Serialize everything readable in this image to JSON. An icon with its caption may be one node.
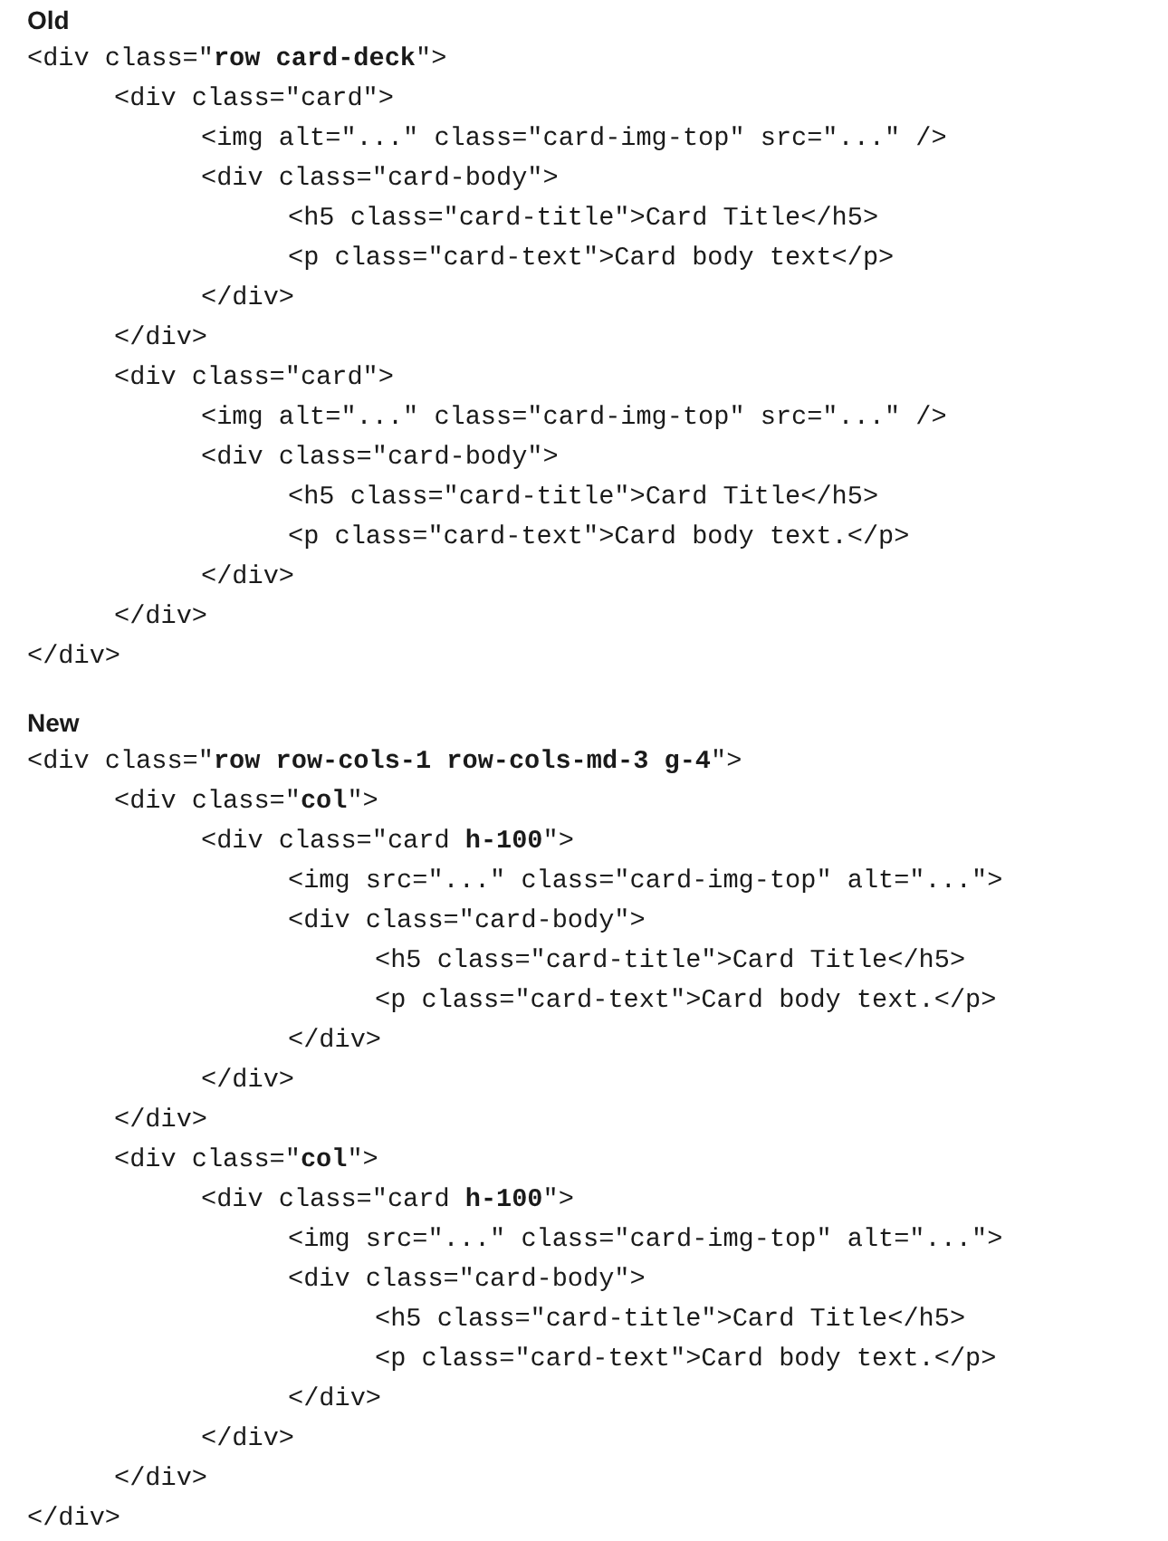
{
  "diagram": {
    "labels": [
      "Old",
      "<div class=\"**row card-deck**\">",
      "<div class=\"card\">",
      "<img alt=\"...\" class=\"card-img-top\" src=\"...\" />",
      "<div class=\"card-body\">",
      "<h5 class=\"card-title\">Card Title</h5>",
      "<p class=\"card-text\">Card body text</p>",
      "</div>",
      "</div>",
      "<div class=\"card\">",
      "<img alt=\"...\" class=\"card-img-top\" src=\"...\" />",
      "<div class=\"card-body\">",
      "<h5 class=\"card-title\">Card Title</h5>",
      "<p class=\"card-text\">Card body text.</p>",
      "</div>",
      "</div>",
      "</div>",
      "New",
      "<div class=\"**row row-cols-1 row-cols-md-3 g-4**\">",
      "<div class=\"**col**\">",
      "<div class=\"card **h-100**\">",
      "<img src=\"...\" class=\"card-img-top\" alt=\"...\">",
      "<div class=\"card-body\">",
      "<h5 class=\"card-title\">Card Title</h5>",
      "<p class=\"card-text\">Card body text.</p>",
      "</div>",
      "</div>",
      "</div>",
      "<div class=\"**col**\">",
      "<div class=\"card **h-100**\">",
      "<img src=\"...\" class=\"card-img-top\" alt=\"...\">",
      "<div class=\"card-body\">",
      "<h5 class=\"card-title\">Card Title</h5>",
      "<p class=\"card-text\">Card body text.</p>",
      "</div>",
      "</div>",
      "</div>",
      "</div>"
    ]
  }
}
